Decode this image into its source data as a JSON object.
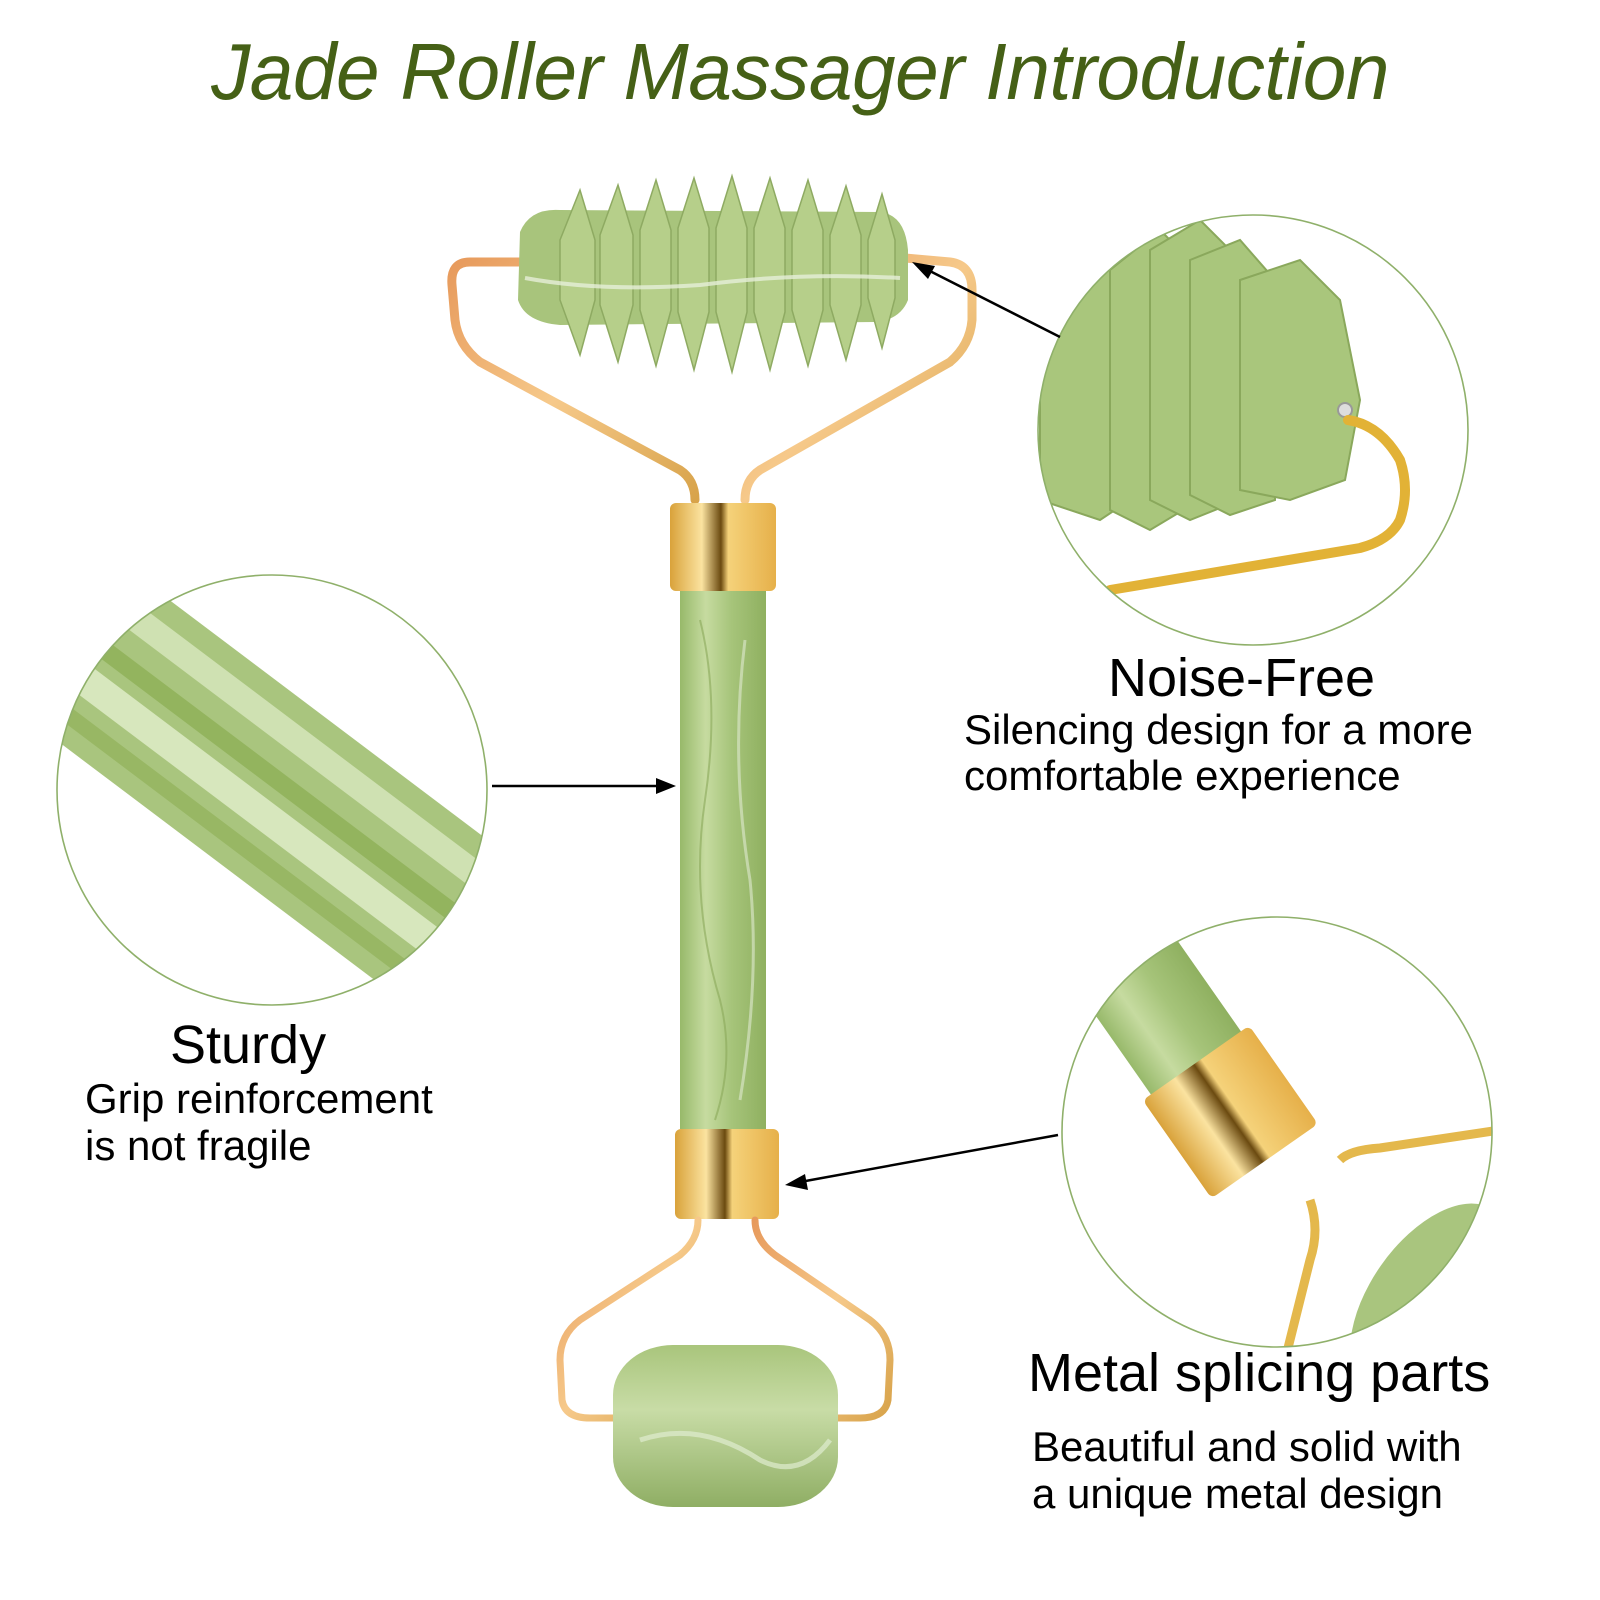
{
  "title": "Jade Roller Massager Introduction",
  "colors": {
    "title": "#456016",
    "circle_border": "#8fb06a",
    "jade": "#a9c57a",
    "jade_light": "#cfe0ad",
    "gold": "#e2b04a",
    "arrow": "#000000"
  },
  "features": [
    {
      "name": "Noise-Free",
      "heading": "Noise-Free",
      "lines": [
        "Silencing design for a more",
        "comfortable experience"
      ],
      "detail_image": "spiked-roller-end-closeup"
    },
    {
      "name": "Sturdy",
      "heading": "Sturdy",
      "lines": [
        "Grip reinforcement",
        "is not fragile"
      ],
      "detail_image": "jade-handle-closeup"
    },
    {
      "name": "Metal splicing parts",
      "heading": "Metal splicing parts",
      "lines": [
        "Beautiful and solid with",
        "a unique metal design"
      ],
      "detail_image": "gold-collar-closeup"
    }
  ],
  "product": {
    "name": "jade roller",
    "parts": [
      "spiked jade roller head",
      "gold wire frame",
      "jade handle",
      "gold collars",
      "small jade roller"
    ]
  }
}
